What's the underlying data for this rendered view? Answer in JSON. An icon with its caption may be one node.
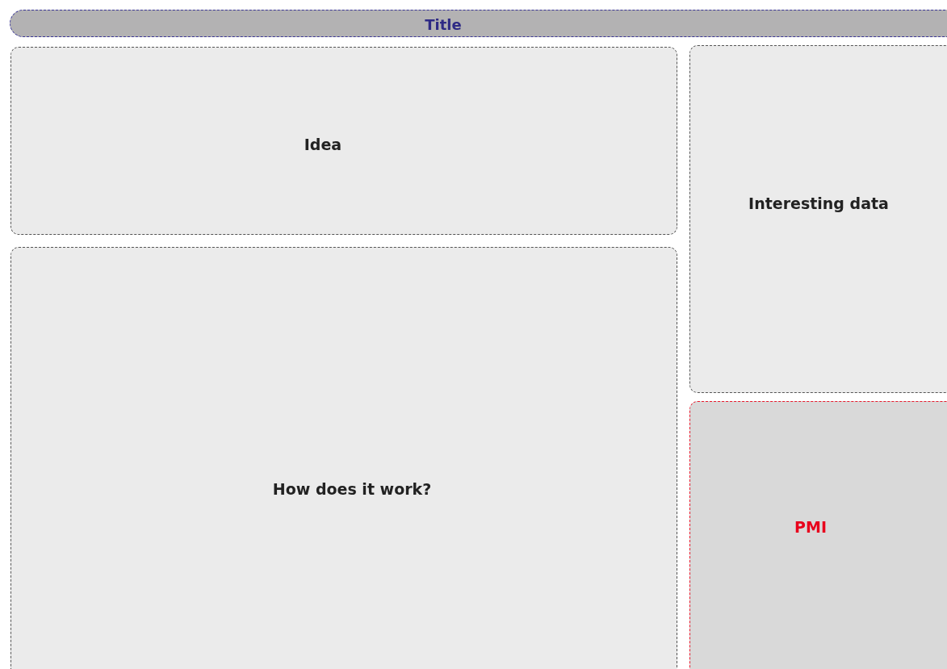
{
  "diagram": {
    "nodes": [
      {
        "text": [
          "Title"
        ]
      },
      {
        "text": [
          "Idea"
        ]
      },
      {
        "text": [
          "Interesting data"
        ]
      },
      {
        "text": [
          "How does it work?"
        ]
      },
      {
        "text": [
          "PMI"
        ]
      }
    ]
  }
}
